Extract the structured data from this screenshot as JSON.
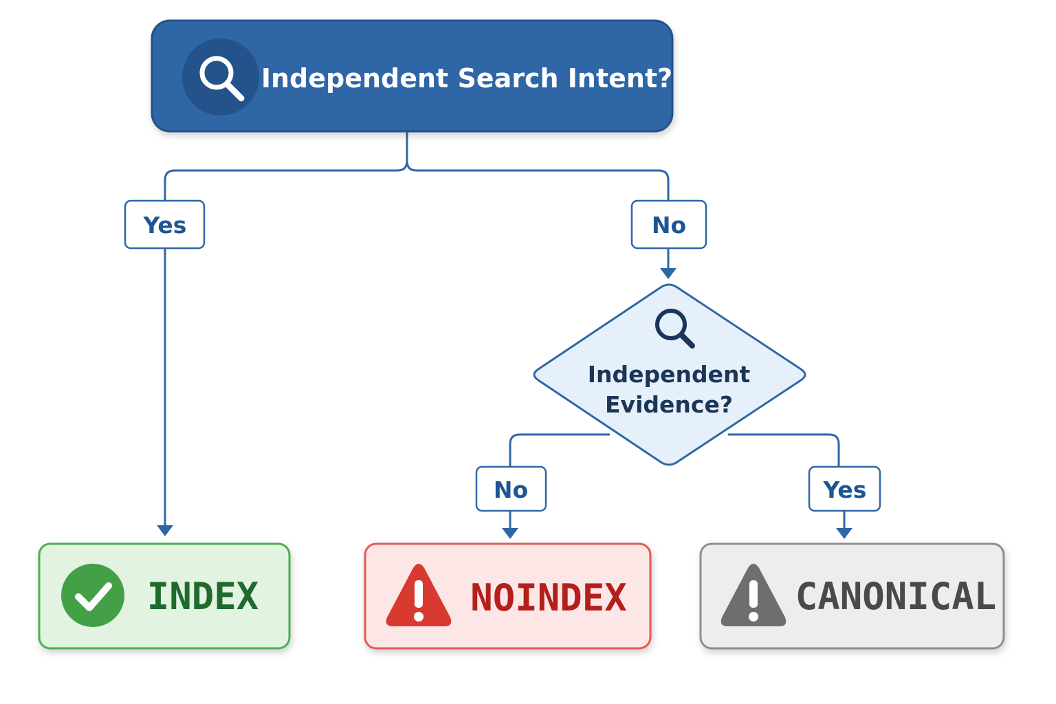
{
  "start": {
    "text": "Independent Search Intent?",
    "icon": "search-icon"
  },
  "decision": {
    "line1": "Independent",
    "line2": "Evidence?",
    "icon": "search-icon"
  },
  "branches": {
    "top_yes": "Yes",
    "top_no": "No",
    "decision_no": "No",
    "decision_yes": "Yes"
  },
  "outcomes": {
    "index": {
      "label": "INDEX",
      "icon": "check-circle-icon",
      "color": "#1f6b2e"
    },
    "noindex": {
      "label": "NOINDEX",
      "icon": "warning-triangle-icon",
      "color": "#b3201c"
    },
    "canonical": {
      "label": "CANONICAL",
      "icon": "warning-triangle-icon",
      "color": "#4a4a4a"
    }
  },
  "colors": {
    "primary": "#2f66a6",
    "primary_dark": "#24528a",
    "index_bg": "#e3f3e1",
    "index_border": "#4caf50",
    "noindex_bg": "#fde6e6",
    "noindex_border": "#e35a55",
    "canonical_bg": "#ededed",
    "canonical_border": "#8e8e8e",
    "diamond_bg": "#e6f0fb"
  }
}
